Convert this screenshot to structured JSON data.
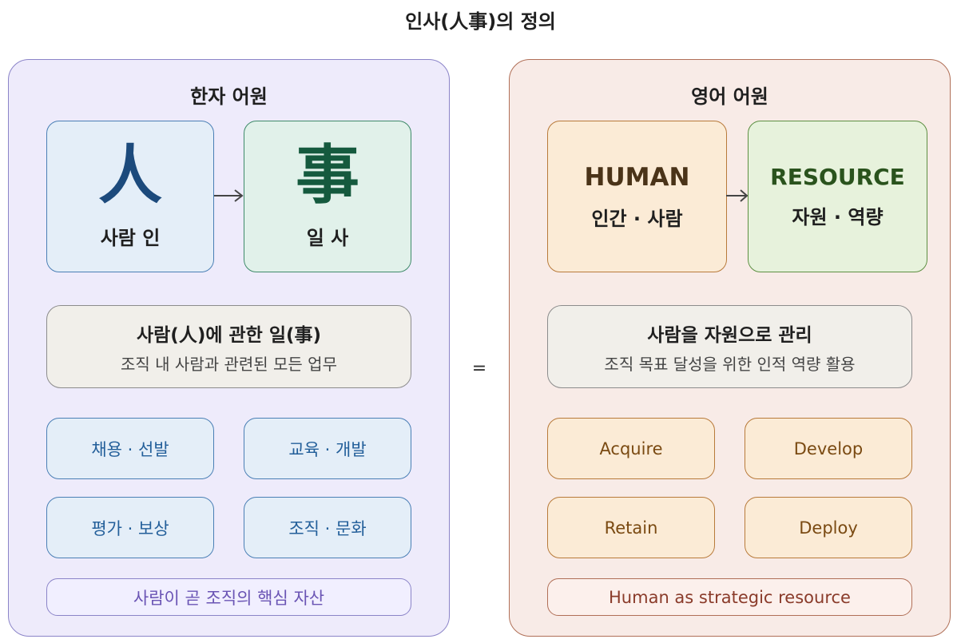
{
  "title": "인사(人事)의 정의",
  "equals_sign": "=",
  "hanja_panel": {
    "heading": "한자 어원",
    "char_in": {
      "char": "人",
      "label": "사람 인"
    },
    "char_sa": {
      "char": "事",
      "label": "일 사"
    },
    "definition": {
      "title": "사람(人)에 관한 일(事)",
      "subtitle": "조직 내 사람과 관련된 모든 업무"
    },
    "functions": [
      "채용 · 선발",
      "교육 · 개발",
      "평가 · 보상",
      "조직 · 문화"
    ],
    "footer": "사람이 곧 조직의 핵심 자산"
  },
  "english_panel": {
    "heading": "영어 어원",
    "human": {
      "word": "HUMAN",
      "label": "인간 · 사람"
    },
    "resource": {
      "word": "RESOURCE",
      "label": "자원 · 역량"
    },
    "definition": {
      "title": "사람을 자원으로 관리",
      "subtitle": "조직 목표 달성을 위한 인적 역량 활용"
    },
    "functions": [
      "Acquire",
      "Develop",
      "Retain",
      "Deploy"
    ],
    "footer": "Human as strategic resource"
  },
  "colors": {
    "left_panel_bg": "#eeebfb",
    "right_panel_bg": "#f8ebe7",
    "hanja_in": "#1c4a7c",
    "hanja_sa": "#155a3e",
    "left_accent": "#6a54b4",
    "right_accent": "#8a3b2a"
  }
}
